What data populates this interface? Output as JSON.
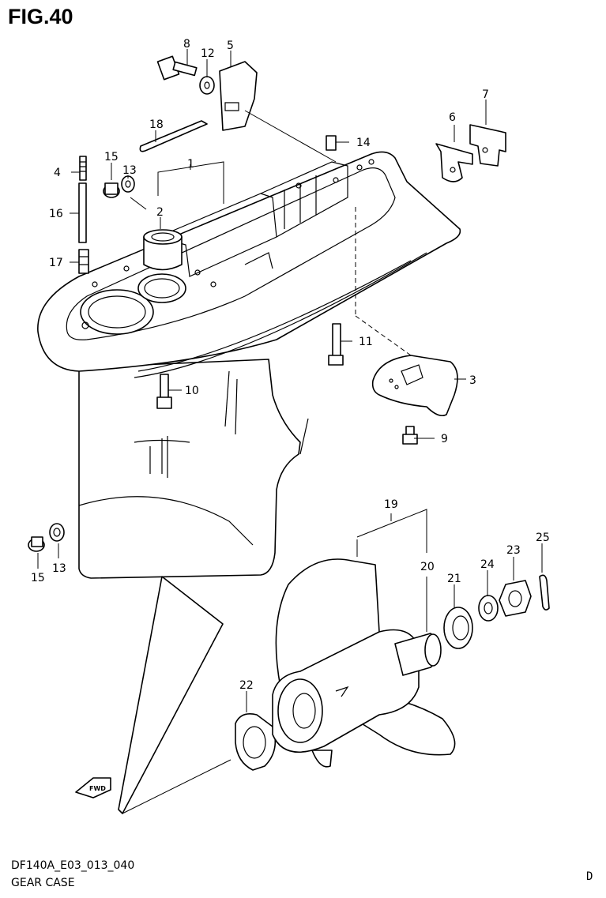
{
  "figure": {
    "title": "FIG.40",
    "code": "DF140A_E03_013_040",
    "name": "GEAR CASE",
    "corner_mark": "D"
  },
  "fwd_badge": "FWD",
  "callouts": {
    "c1": "1",
    "c2": "2",
    "c3": "3",
    "c4": "4",
    "c5": "5",
    "c6": "6",
    "c7": "7",
    "c8": "8",
    "c9": "9",
    "c10": "10",
    "c11": "11",
    "c12": "12",
    "c13": "13",
    "c13b": "13",
    "c14": "14",
    "c15": "15",
    "c15b": "15",
    "c16": "16",
    "c17": "17",
    "c18": "18",
    "c19": "19",
    "c20": "20",
    "c21": "21",
    "c22": "22",
    "c23": "23",
    "c24": "24",
    "c25": "25"
  }
}
